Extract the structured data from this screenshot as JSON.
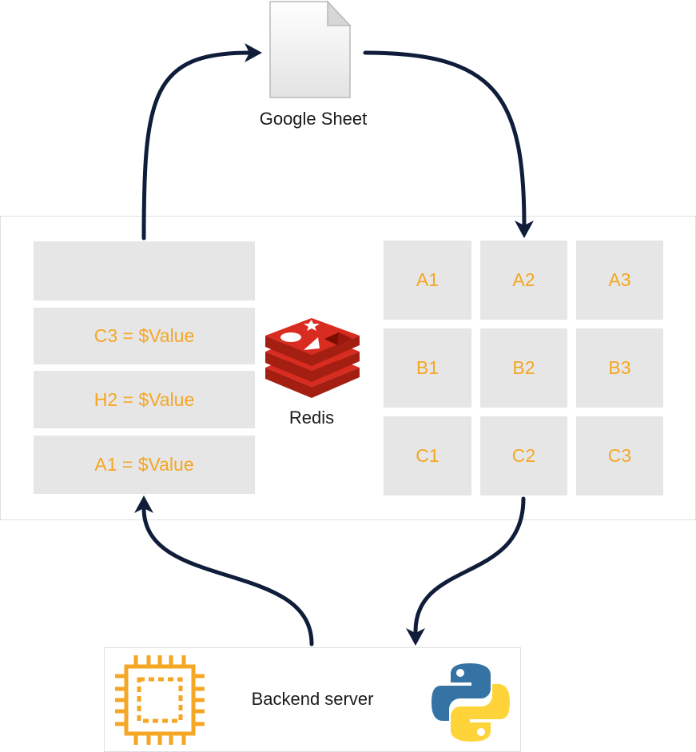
{
  "google_sheet": {
    "label": "Google Sheet",
    "icon": "document-icon"
  },
  "redis": {
    "label": "Redis",
    "icon": "redis-logo-icon",
    "color": "#c6302b"
  },
  "cache_list": {
    "items": [
      "",
      "C3 = $Value",
      "H2 = $Value",
      "A1 = $Value"
    ]
  },
  "grid": {
    "cells": [
      "A1",
      "A2",
      "A3",
      "B1",
      "B2",
      "B3",
      "C1",
      "C2",
      "C3"
    ]
  },
  "backend": {
    "label": "Backend server",
    "cpu_icon": "cpu-icon",
    "python_icon": "python-logo-icon"
  },
  "colors": {
    "accent": "#f5a623",
    "cell_bg": "#e6e6e6",
    "arrow": "#0f1d3a"
  }
}
